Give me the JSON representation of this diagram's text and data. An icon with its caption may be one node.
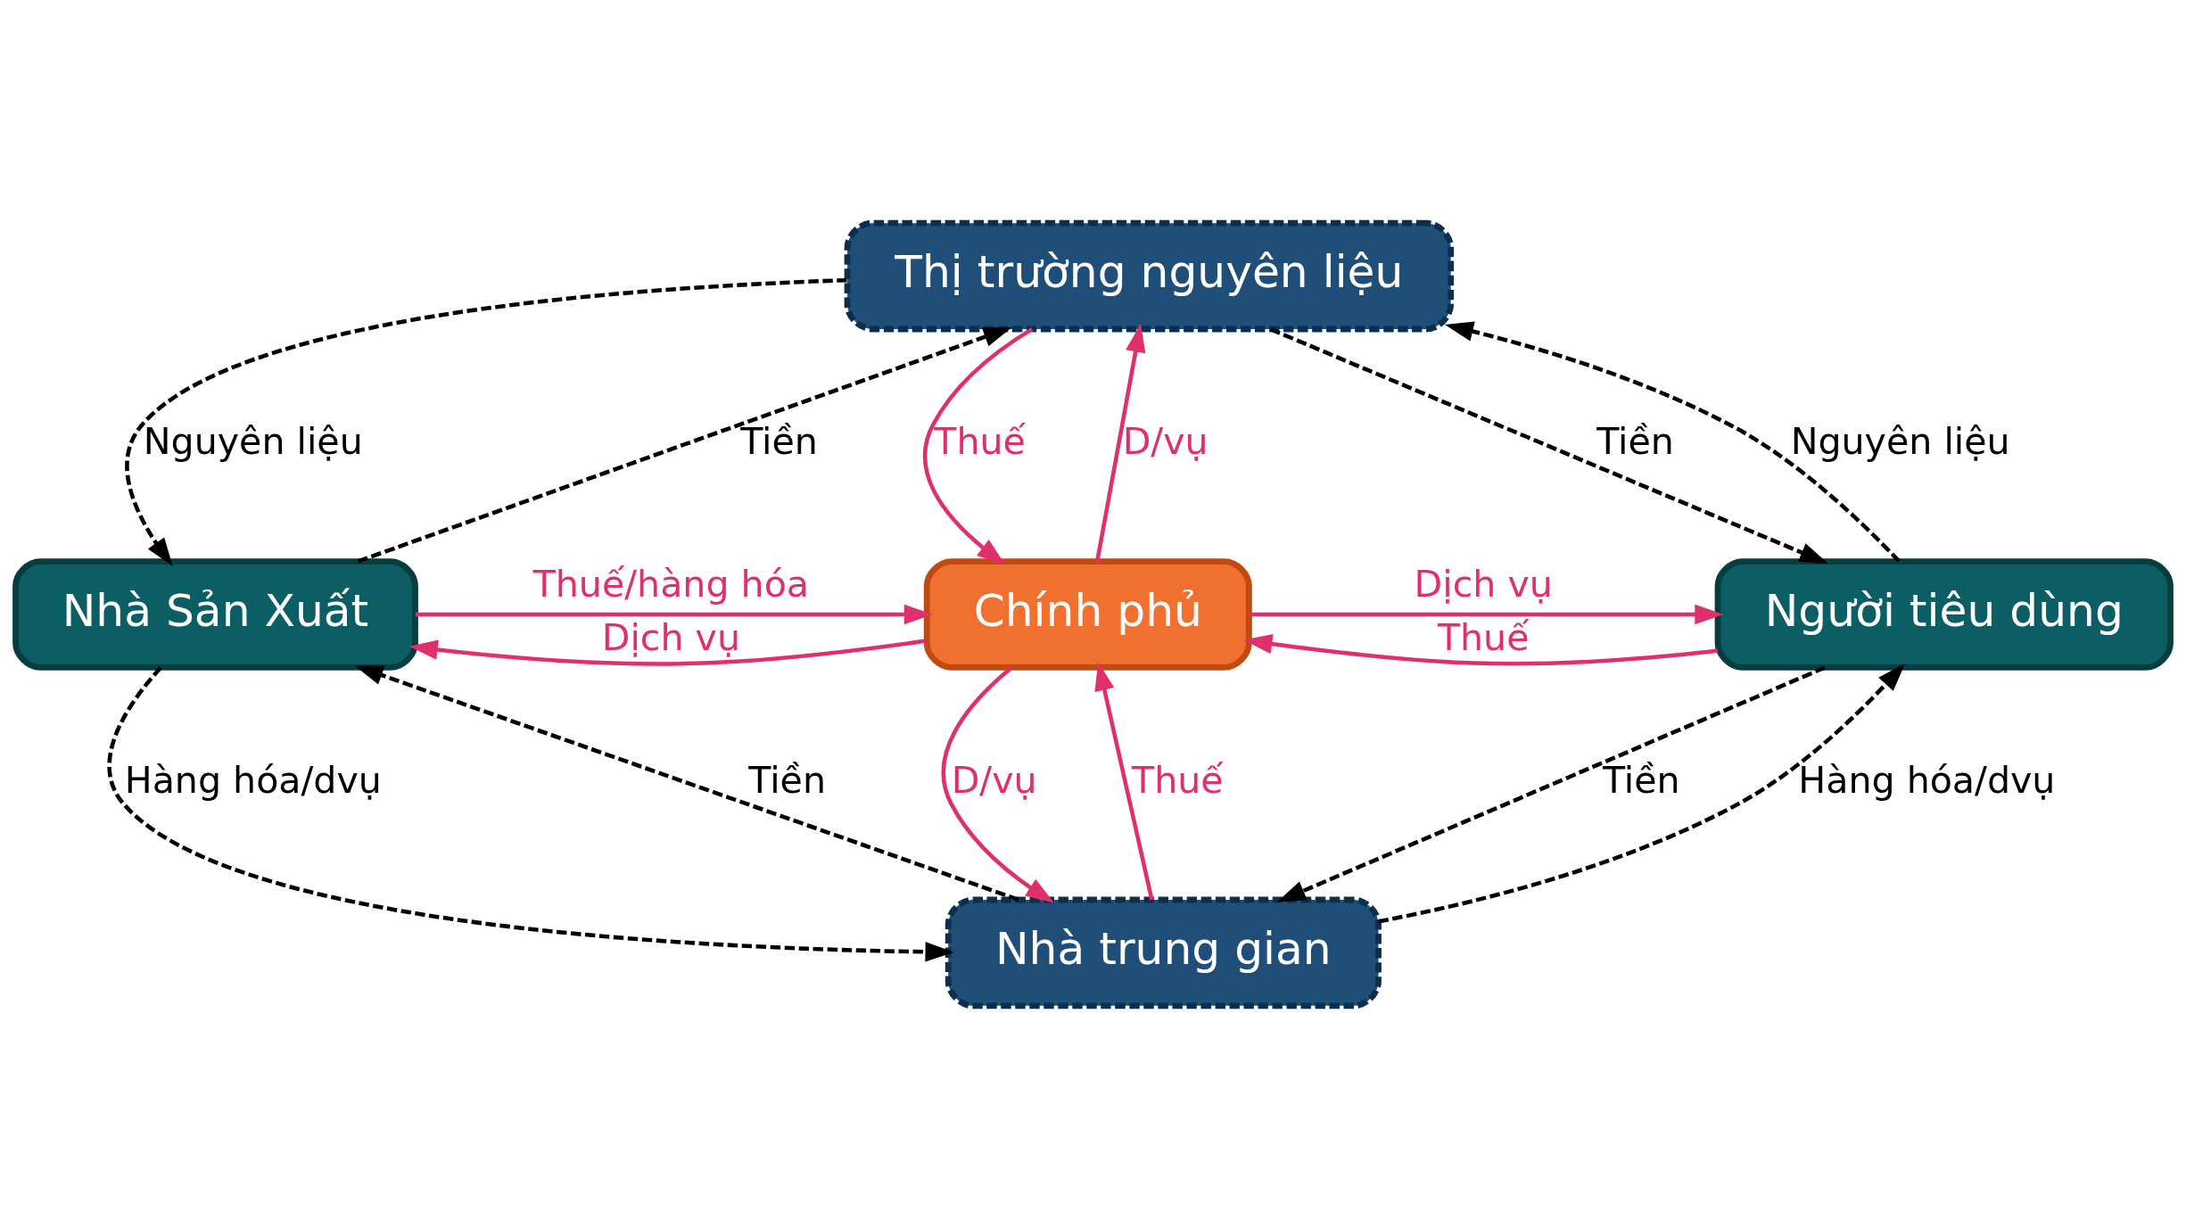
{
  "diagram": {
    "nodes": [
      {
        "text": [
          "Thị trường nguyên liệu"
        ]
      },
      {
        "text": [
          "Nhà Sản Xuất"
        ]
      },
      {
        "text": [
          "Chính phủ"
        ]
      },
      {
        "text": [
          "Người tiêu dùng"
        ]
      },
      {
        "text": [
          "Nhà trung gian"
        ]
      }
    ],
    "edges": [
      {
        "from": 0,
        "to": 1,
        "arrow": "to",
        "label": "Nguyên liệu",
        "style": "dashed"
      },
      {
        "from": 1,
        "to": 0,
        "arrow": "to",
        "label": "Tiền",
        "style": "dashed"
      },
      {
        "from": 0,
        "to": 3,
        "arrow": "to",
        "label": "Tiền",
        "style": "dashed"
      },
      {
        "from": 3,
        "to": 0,
        "arrow": "to",
        "label": "Nguyên liệu",
        "style": "dashed"
      },
      {
        "from": 1,
        "to": 4,
        "arrow": "to",
        "label": "Hàng hóa/dvụ",
        "style": "dashed"
      },
      {
        "from": 4,
        "to": 1,
        "arrow": "to",
        "label": "Tiền",
        "style": "dashed"
      },
      {
        "from": 3,
        "to": 4,
        "arrow": "to",
        "label": "Tiền",
        "style": "dashed"
      },
      {
        "from": 4,
        "to": 3,
        "arrow": "to",
        "label": "Hàng hóa/dvụ",
        "style": "dashed"
      },
      {
        "from": 0,
        "to": 2,
        "arrow": "to",
        "label": "Thuế",
        "color": "#e0306a"
      },
      {
        "from": 2,
        "to": 0,
        "arrow": "to",
        "label": "D/vụ",
        "color": "#e0306a"
      },
      {
        "from": 2,
        "to": 1,
        "arrow": "to",
        "label": "Dịch vụ",
        "color": "#e0306a"
      },
      {
        "from": 1,
        "to": 2,
        "arrow": "to",
        "label": "Thuế/hàng hóa",
        "color": "#e0306a"
      },
      {
        "from": 3,
        "to": 2,
        "arrow": "to",
        "label": "Thuế",
        "color": "#e0306a"
      },
      {
        "from": 2,
        "to": 3,
        "arrow": "to",
        "label": "Dịch vụ",
        "color": "#e0306a"
      },
      {
        "from": 2,
        "to": 4,
        "arrow": "to",
        "label": "D/vụ",
        "color": "#e0306a"
      },
      {
        "from": 4,
        "to": 2,
        "arrow": "to",
        "label": "Thuế",
        "color": "#e0306a"
      }
    ]
  }
}
